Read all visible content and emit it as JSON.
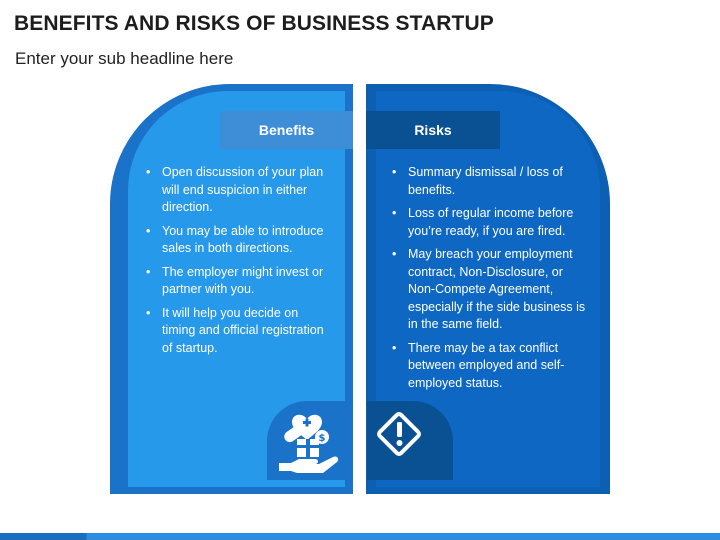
{
  "slide": {
    "title": "BENEFITS AND RISKS OF BUSINESS STARTUP",
    "subtitle": "Enter your sub headline here"
  },
  "benefits": {
    "header": "Benefits",
    "points": [
      "Open discussion of your plan will end suspicion in either direction.",
      "You may be able to introduce sales in both directions.",
      "The employer might invest or partner with you.",
      "It will help you decide on timing and official registration of startup."
    ],
    "icon": "gift-heart-hand-icon"
  },
  "risks": {
    "header": "Risks",
    "points": [
      "Summary dismissal / loss of benefits.",
      "Loss of regular income before you’re ready, if you are fired.",
      "May breach your employment contract, Non-Disclosure, or Non-Compete Agreement, especially if the side business is in the same field.",
      "There may be a tax conflict between employed and self-employed status."
    ],
    "icon": "warning-diamond-icon"
  },
  "colors": {
    "benefits_outer": "#1b72c9",
    "benefits_inner": "#2799ea",
    "benefits_header": "#3d8ed7",
    "risks_outer": "#0d5fb1",
    "risks_inner": "#0e68c3",
    "risks_header": "#0a5193"
  }
}
